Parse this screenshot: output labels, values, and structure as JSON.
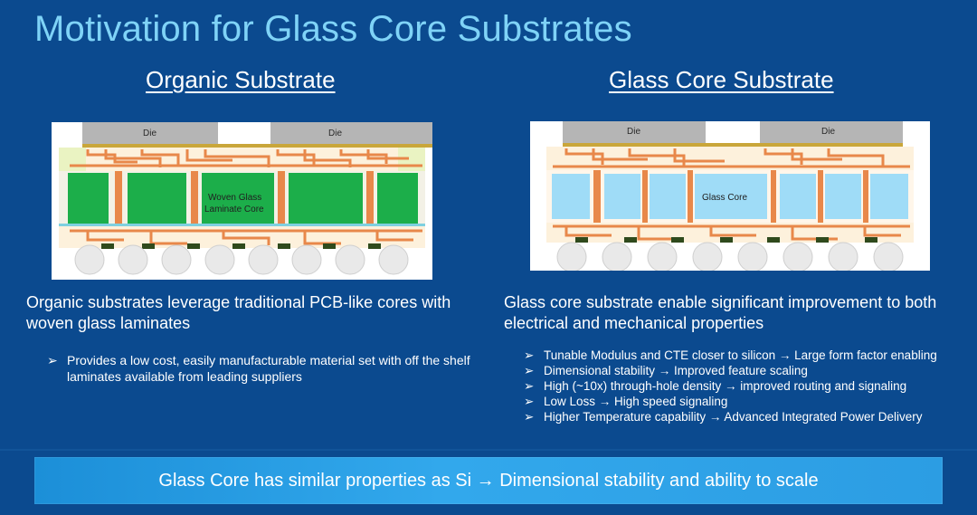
{
  "title": "Motivation for Glass Core Substrates",
  "left": {
    "heading": "Organic Substrate",
    "figure": {
      "die_left": "Die",
      "die_right": "Die",
      "core_label_line1": "Woven Glass",
      "core_label_line2": "Laminate Core"
    },
    "lead": "Organic substrates leverage traditional PCB-like cores with woven glass laminates",
    "bullets": [
      "Provides a low cost, easily manufacturable material set with off the shelf laminates available from leading suppliers"
    ]
  },
  "right": {
    "heading": "Glass Core Substrate",
    "figure": {
      "die_left": "Die",
      "die_right": "Die",
      "core_label": "Glass Core"
    },
    "lead": "Glass core substrate enable significant improvement to both electrical and mechanical properties",
    "bullets": [
      "Tunable Modulus and CTE closer to silicon → Large form factor enabling",
      "Dimensional stability → Improved feature scaling",
      "High (~10x) through-hole density → improved routing and signaling",
      "Low Loss → High speed signaling",
      "Higher Temperature capability → Advanced Integrated Power Delivery"
    ]
  },
  "bullet_marker": "➢",
  "banner": "Glass Core has similar properties as Si → Dimensional stability and ability to scale",
  "colors": {
    "background": "#0b4a8f",
    "title": "#7fd3f7",
    "banner": "#2c9de3",
    "die": "#b5b5b5",
    "laminate_core": "#1cae4a",
    "glass_core": "#9fdcf7",
    "copper": "#e8884a",
    "buildup": "#fdf1dc"
  }
}
